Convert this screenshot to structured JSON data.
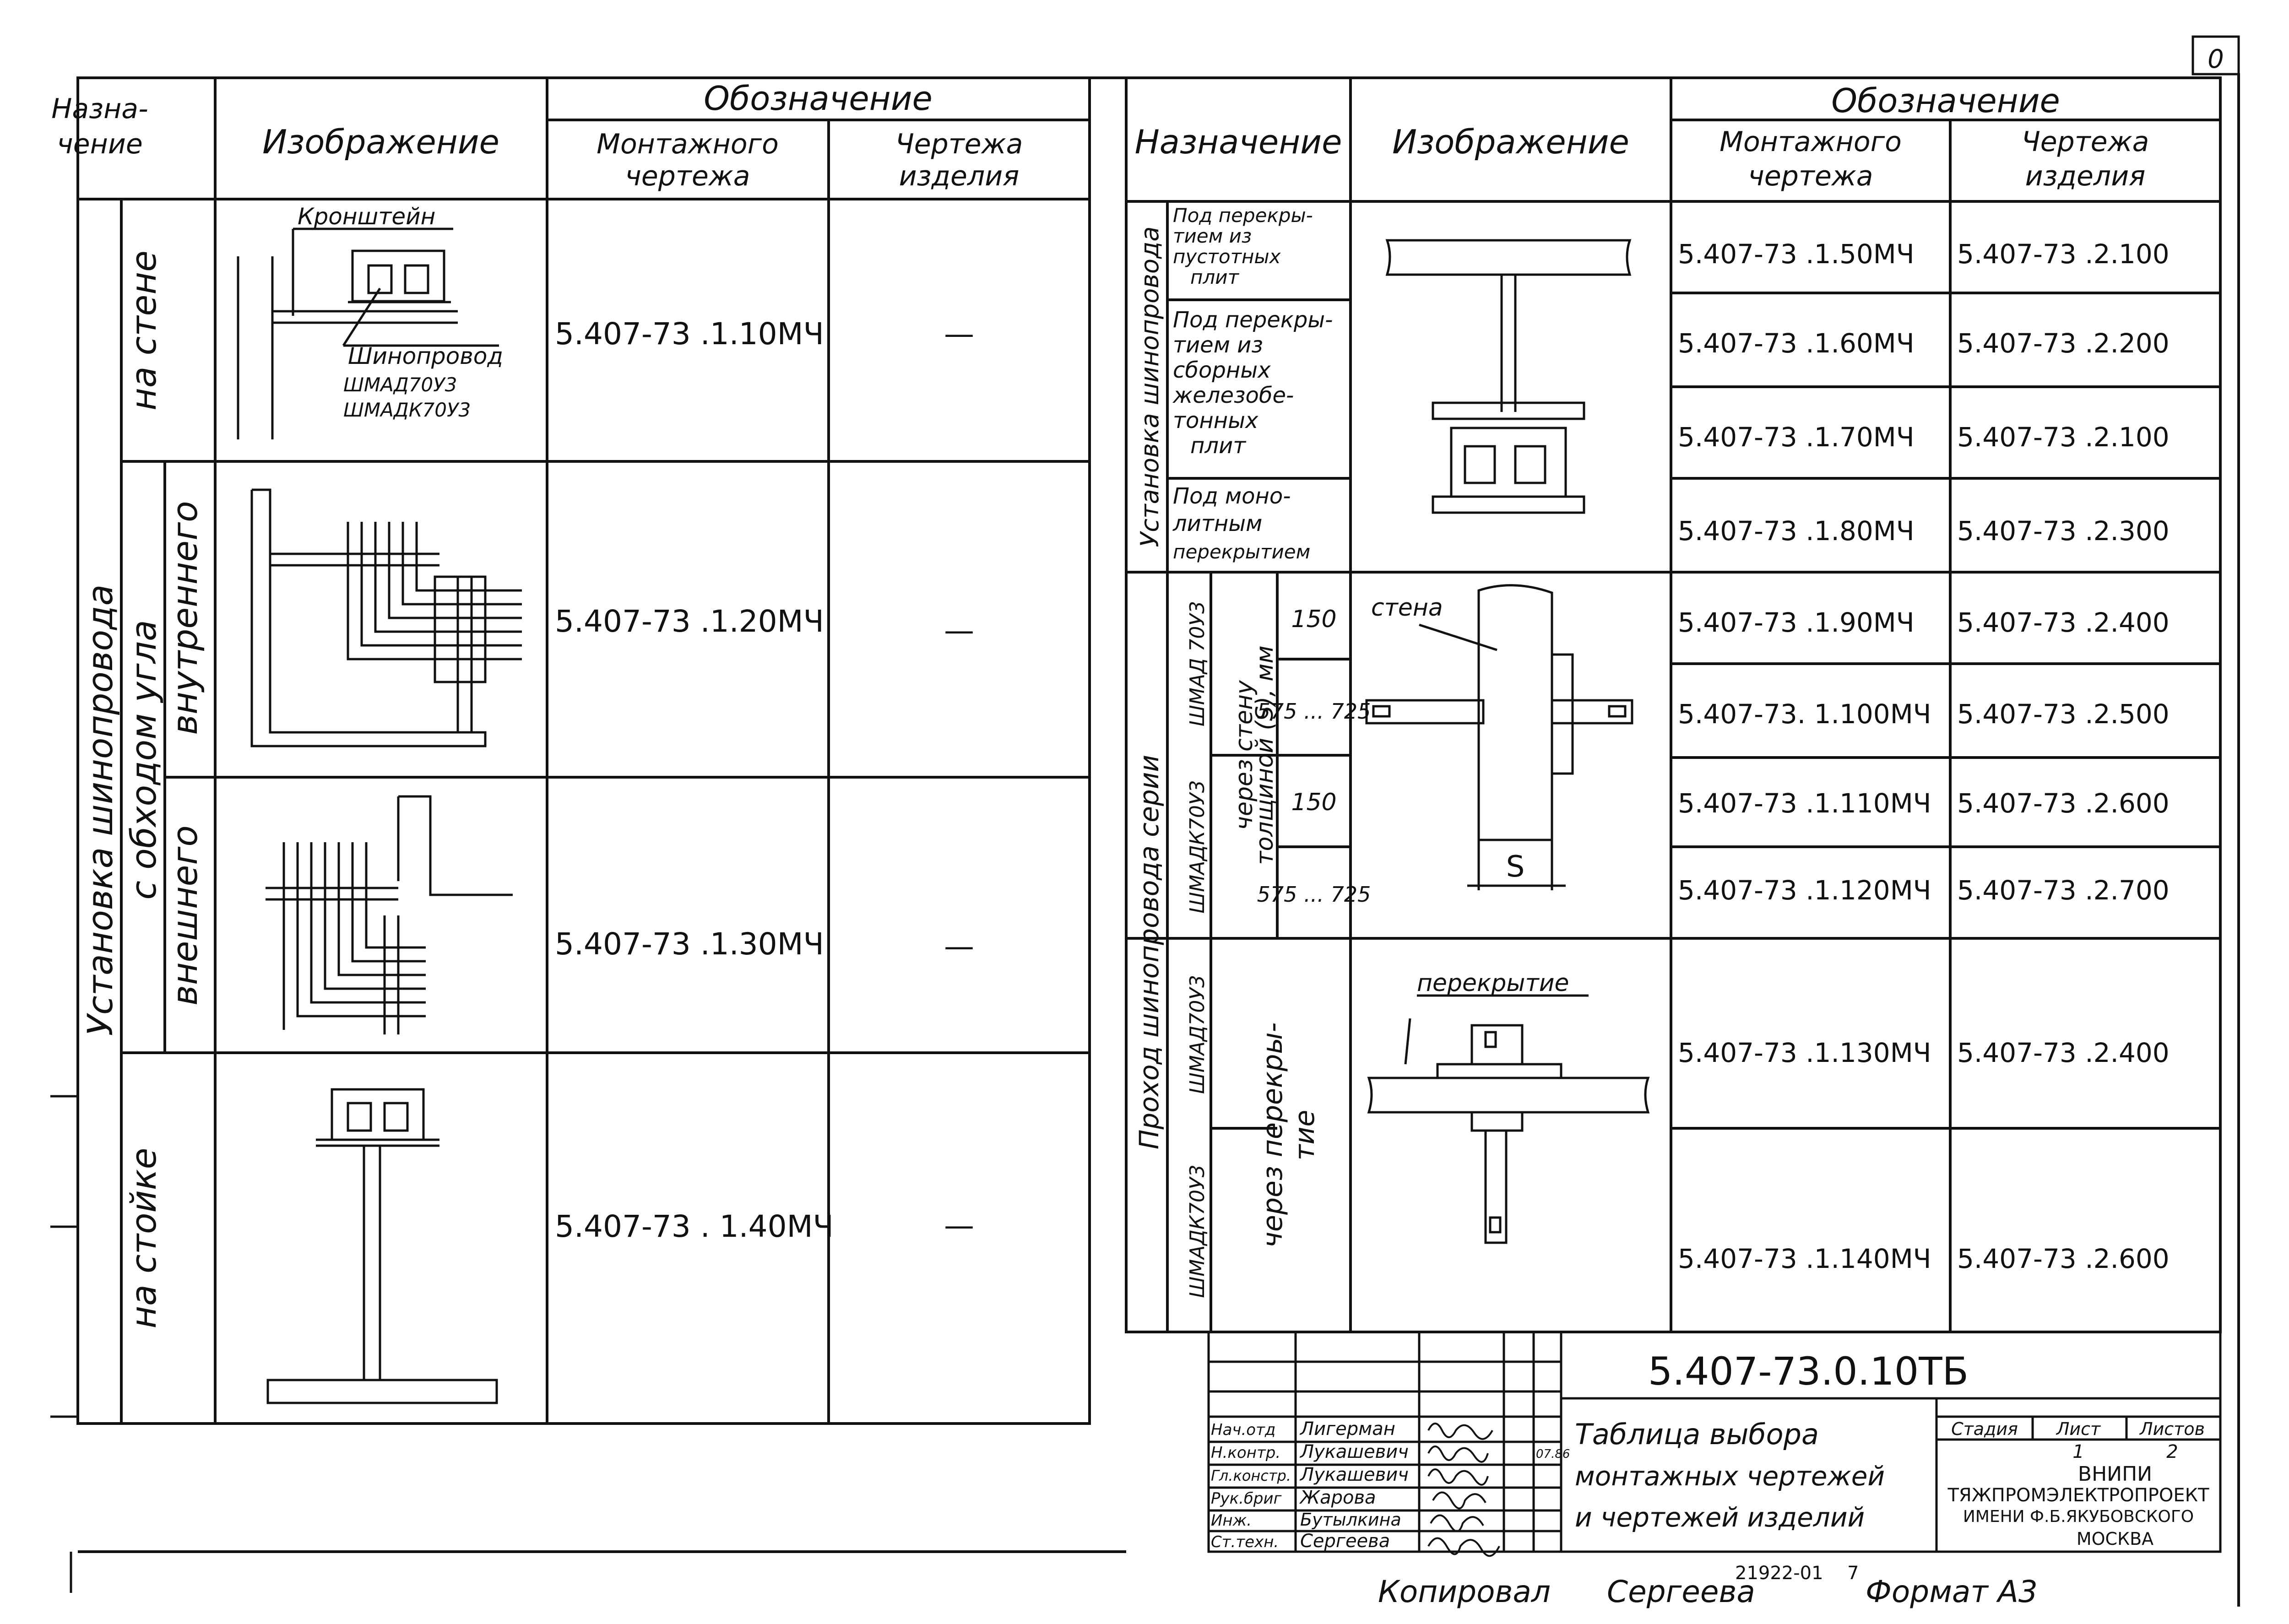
{
  "page_marker": "0",
  "left_table": {
    "header": {
      "purpose_line1": "Назна-",
      "purpose_line2": "чение",
      "image": "Изображение",
      "designation": "Обозначение",
      "mounting_line1": "Монтажного",
      "mounting_line2": "чертежа",
      "product_line1": "Чертежа",
      "product_line2": "изделия"
    },
    "group_main": "Установка шинопровода",
    "group_corner": "с обходом угла",
    "rows": [
      {
        "purpose": "на стене",
        "mounting": "5.407-73 .1.10МЧ",
        "product": "—"
      },
      {
        "purpose": "внутреннего",
        "mounting": "5.407-73 .1.20МЧ",
        "product": "—"
      },
      {
        "purpose": "внешнего",
        "mounting": "5.407-73 .1.30МЧ",
        "product": "—"
      },
      {
        "purpose": "на стойке",
        "mounting": "5.407-73 . 1.40МЧ",
        "product": "—"
      }
    ],
    "wall_labels": {
      "bracket": "Кронштейн",
      "busbar": "Шинопровод",
      "type1": "ШМАД70У3",
      "type2": "ШМАДК70У3"
    }
  },
  "right_table": {
    "header": {
      "purpose": "Назначение",
      "image": "Изображение",
      "designation": "Обозначение",
      "mounting_line1": "Монтажного",
      "mounting_line2": "чертежа",
      "product_line1": "Чертежа",
      "product_line2": "изделия"
    },
    "group_install": "Установка шинопровода",
    "group_pass": "Проход шинопровода серии",
    "sub_install": [
      {
        "lines": [
          "Под перекры-",
          "тием из",
          "пустотных",
          "плит"
        ]
      },
      {
        "lines": [
          "Под перекры-",
          "тием из",
          "сборных",
          "железобе-",
          "тонных",
          "плит"
        ]
      },
      {
        "lines": [
          "Под моно-",
          "литным",
          "перекрытием"
        ]
      }
    ],
    "series": [
      "ШМАД 70У3",
      "ШМАДК70У3",
      "ШМАД70У3",
      "ШМАДК70У3"
    ],
    "through_wall_line1": "через стену",
    "through_wall_line2": "толщиной (S), мм",
    "thickness": [
      "150",
      "575 ... 725",
      "150",
      "575 ... 725"
    ],
    "through_floor_line1": "через перекры-",
    "through_floor_line2": "тие",
    "img_labels": {
      "wall": "стена",
      "s": "S",
      "floor": "перекрытие"
    },
    "rows": [
      {
        "mounting": "5.407-73 .1.50МЧ",
        "product": "5.407-73 .2.100"
      },
      {
        "mounting": "5.407-73 .1.60МЧ",
        "product": "5.407-73 .2.200"
      },
      {
        "mounting": "5.407-73 .1.70МЧ",
        "product": "5.407-73 .2.100"
      },
      {
        "mounting": "5.407-73 .1.80МЧ",
        "product": "5.407-73 .2.300"
      },
      {
        "mounting": "5.407-73 .1.90МЧ",
        "product": "5.407-73 .2.400"
      },
      {
        "mounting": "5.407-73. 1.100МЧ",
        "product": "5.407-73 .2.500"
      },
      {
        "mounting": "5.407-73 .1.110МЧ",
        "product": "5.407-73 .2.600"
      },
      {
        "mounting": "5.407-73 .1.120МЧ",
        "product": "5.407-73 .2.700"
      },
      {
        "mounting": "5.407-73 .1.130МЧ",
        "product": "5.407-73 .2.400"
      },
      {
        "mounting": "5.407-73 .1.140МЧ",
        "product": "5.407-73 .2.600"
      }
    ]
  },
  "title_block": {
    "doc_code": "5.407-73.0.10ТБ",
    "title_lines": [
      "Таблица выбора",
      "монтажных чертежей",
      "и чертежей изделий"
    ],
    "stage_label": "Стадия",
    "sheet_label": "Лист",
    "sheets_label": "Листов",
    "sheet_value": "1",
    "sheets_value": "2",
    "org_lines": [
      "ВНИПИ",
      "ТЯЖПРОМЭЛЕКТРОПРОЕКТ",
      "ИМЕНИ Ф.Б.ЯКУБОВСКОГО",
      "МОСКВА"
    ],
    "staff": [
      {
        "role": "Нач.отд",
        "name": "Лигерман",
        "date": ""
      },
      {
        "role": "Н.контр.",
        "name": "Лукашевич",
        "date": "07.86"
      },
      {
        "role": "Гл.констр.",
        "name": "Лукашевич",
        "date": ""
      },
      {
        "role": "Рук.бриг",
        "name": "Жарова",
        "date": ""
      },
      {
        "role": "Инж.",
        "name": "Бутылкина",
        "date": ""
      },
      {
        "role": "Ст.техн.",
        "name": "Сергеева",
        "date": ""
      }
    ]
  },
  "footer": {
    "copied": "Копировал",
    "copier": "Сергеева",
    "inventory": "21922-01",
    "sheet_num": "7",
    "format": "Формат А3"
  }
}
